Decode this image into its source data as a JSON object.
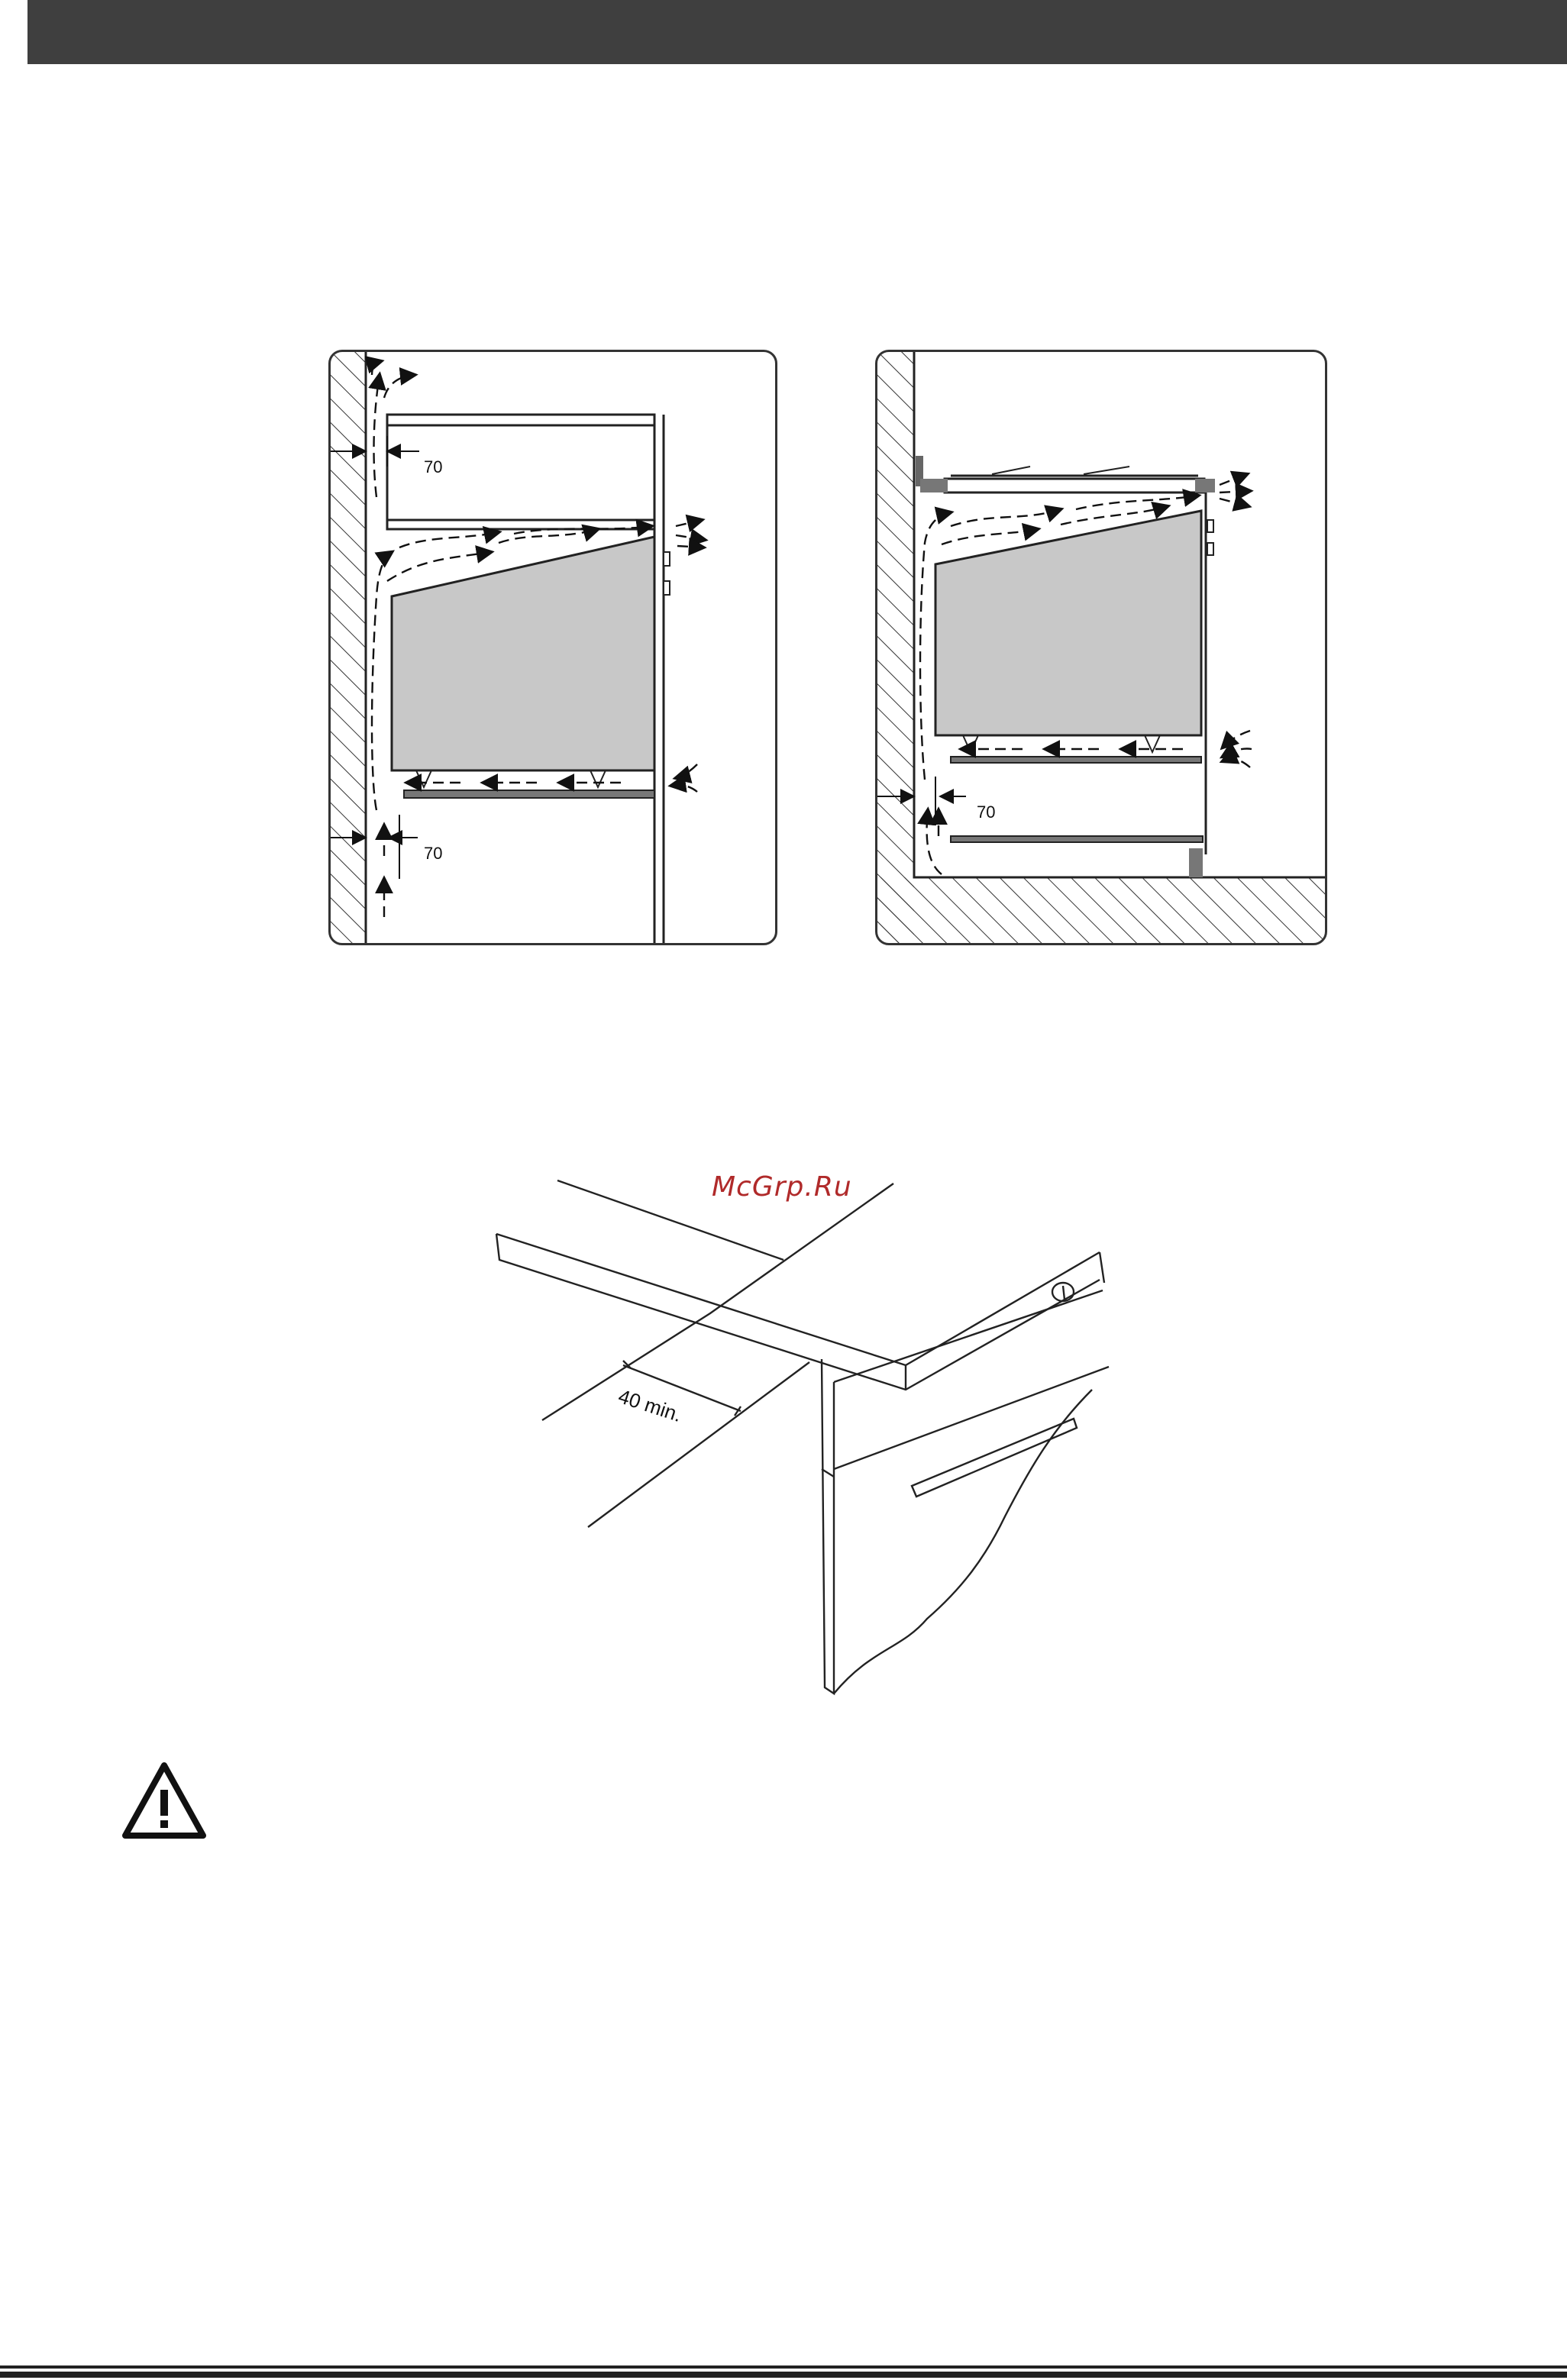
{
  "diagram_left": {
    "clearance_top": "70",
    "clearance_bottom": "70"
  },
  "diagram_right": {
    "clearance": "70"
  },
  "illustration": {
    "min_label": "40 min."
  },
  "watermark": "McGrp.Ru",
  "icons": {
    "warning": "warning-triangle-icon"
  }
}
